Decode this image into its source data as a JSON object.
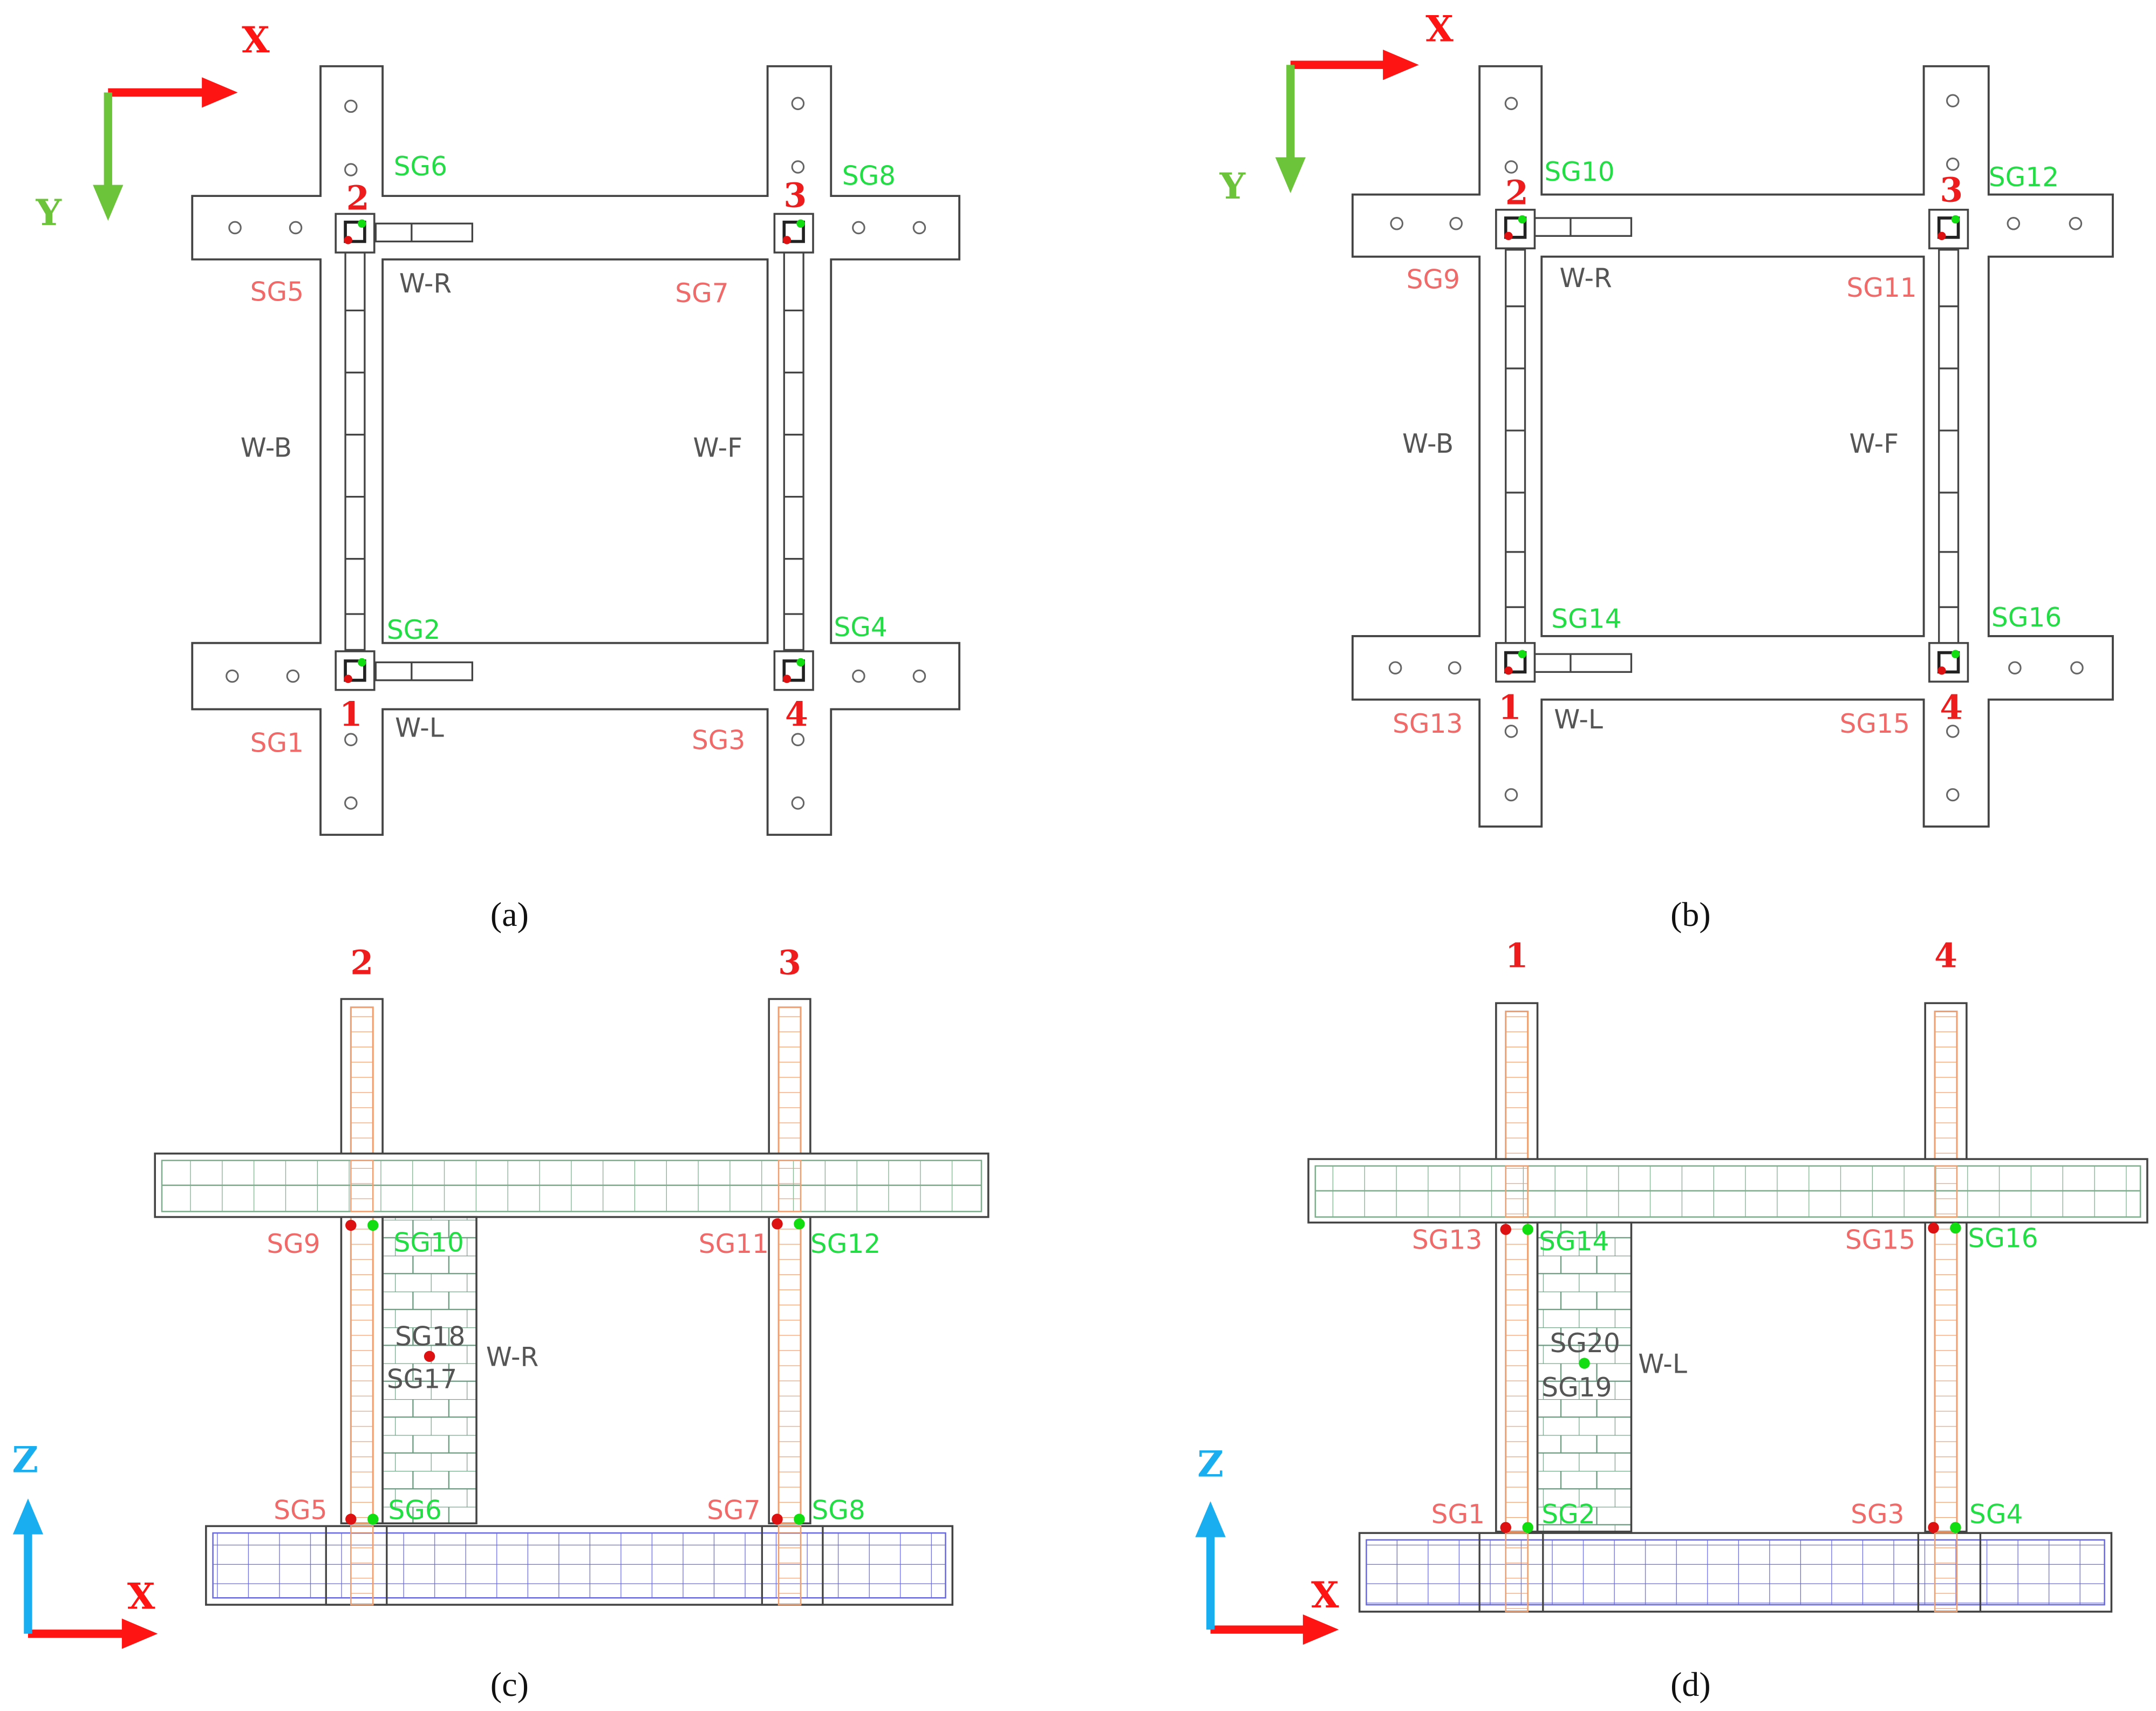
{
  "colors": {
    "red": "#ff1a1a",
    "red_text": "#f06a6a",
    "green": "#11dd11",
    "green_text": "#22dd44",
    "gray_text": "#555555",
    "line": "#444444",
    "brick": "#6b9a80",
    "slab": "#7fae8e",
    "base": "#6a6ae0",
    "rebar": "#f0a070",
    "axis_x": "#ff1414",
    "axis_y": "#6cc43a",
    "axis_z": "#18aef0"
  },
  "panels": {
    "a": {
      "caption": "(a)",
      "axis_x": "X",
      "axis_y": "Y",
      "columns": [
        "2",
        "3",
        "1",
        "4"
      ],
      "walls": [
        "W-R",
        "W-B",
        "W-F",
        "W-L"
      ],
      "gauges_green": [
        "SG6",
        "SG8",
        "SG2",
        "SG4"
      ],
      "gauges_red": [
        "SG5",
        "SG7",
        "SG1",
        "SG3"
      ]
    },
    "b": {
      "caption": "(b)",
      "axis_x": "X",
      "axis_y": "Y",
      "columns": [
        "2",
        "3",
        "1",
        "4"
      ],
      "walls": [
        "W-R",
        "W-B",
        "W-F",
        "W-L"
      ],
      "gauges_green": [
        "SG10",
        "SG12",
        "SG14",
        "SG16"
      ],
      "gauges_red": [
        "SG9",
        "SG11",
        "SG13",
        "SG15"
      ]
    },
    "c": {
      "caption": "(c)",
      "axis_z": "Z",
      "axis_x": "X",
      "columns": [
        "2",
        "3"
      ],
      "wall": "W-R",
      "gauges_top_red": [
        "SG9",
        "SG11"
      ],
      "gauges_top_green": [
        "SG10",
        "SG12"
      ],
      "gauges_bot_red": [
        "SG5",
        "SG7"
      ],
      "gauges_bot_green": [
        "SG6",
        "SG8"
      ],
      "wall_gauges": [
        "SG18",
        "SG17"
      ]
    },
    "d": {
      "caption": "(d)",
      "axis_z": "Z",
      "axis_x": "X",
      "columns": [
        "1",
        "4"
      ],
      "wall": "W-L",
      "gauges_top_red": [
        "SG13",
        "SG15"
      ],
      "gauges_top_green": [
        "SG14",
        "SG16"
      ],
      "gauges_bot_red": [
        "SG1",
        "SG3"
      ],
      "gauges_bot_green": [
        "SG2",
        "SG4"
      ],
      "wall_gauges": [
        "SG20",
        "SG19"
      ]
    }
  }
}
